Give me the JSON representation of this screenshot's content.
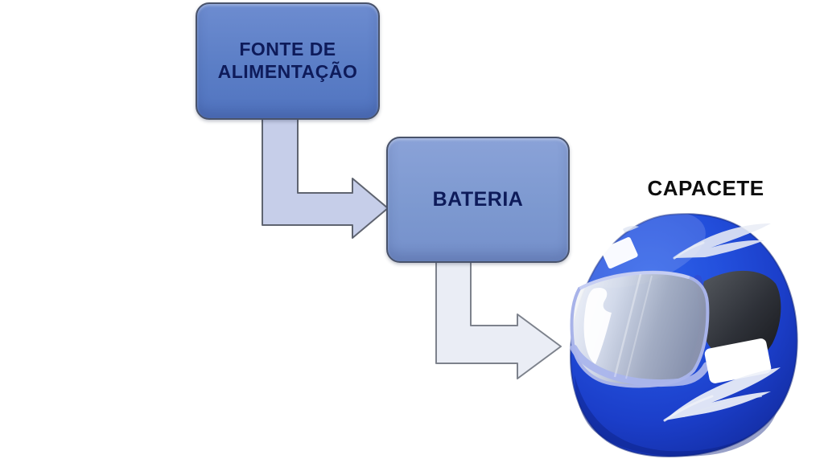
{
  "diagram": {
    "nodes": [
      {
        "label": "FONTE DE ALIMENTAÇÃO"
      },
      {
        "label": "BATERIA"
      },
      {
        "label": "CAPACETE"
      }
    ],
    "arrows": [
      {
        "from": "FONTE DE ALIMENTAÇÃO",
        "to": "BATERIA"
      },
      {
        "from": "BATERIA",
        "to": "CAPACETE"
      }
    ]
  },
  "colors": {
    "background": "#ffffff",
    "node_fonte_fill": "#5b7ec6",
    "node_bateria_fill": "#7d99d0",
    "node_border": "#49536b",
    "node_text": "#0e1b5a",
    "arrow1_fill": "#c6cee9",
    "arrow1_stroke": "#5f6470",
    "arrow2_fill": "#eaedf5",
    "arrow2_stroke": "#7d828c",
    "caption_text": "#0d0d0d",
    "helmet_blue": "#1e44d2"
  }
}
